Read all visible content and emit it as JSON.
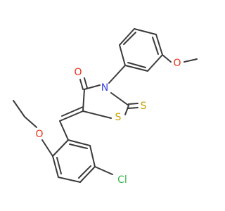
{
  "molecule": {
    "atoms": {
      "o_carbonyl": {
        "label": "O",
        "color": "#e8321b"
      },
      "n_ring": {
        "label": "N",
        "color": "#3a46e0"
      },
      "s_ring": {
        "label": "S",
        "color": "#c8a100"
      },
      "s_thione": {
        "label": "S",
        "color": "#c8a100"
      },
      "o_methoxy": {
        "label": "O",
        "color": "#e8321b"
      },
      "o_ethoxy": {
        "label": "O",
        "color": "#e8321b"
      },
      "cl": {
        "label": "Cl",
        "color": "#39b54a"
      }
    },
    "bond_color": "#3a3a3a",
    "background": "#ffffff"
  }
}
